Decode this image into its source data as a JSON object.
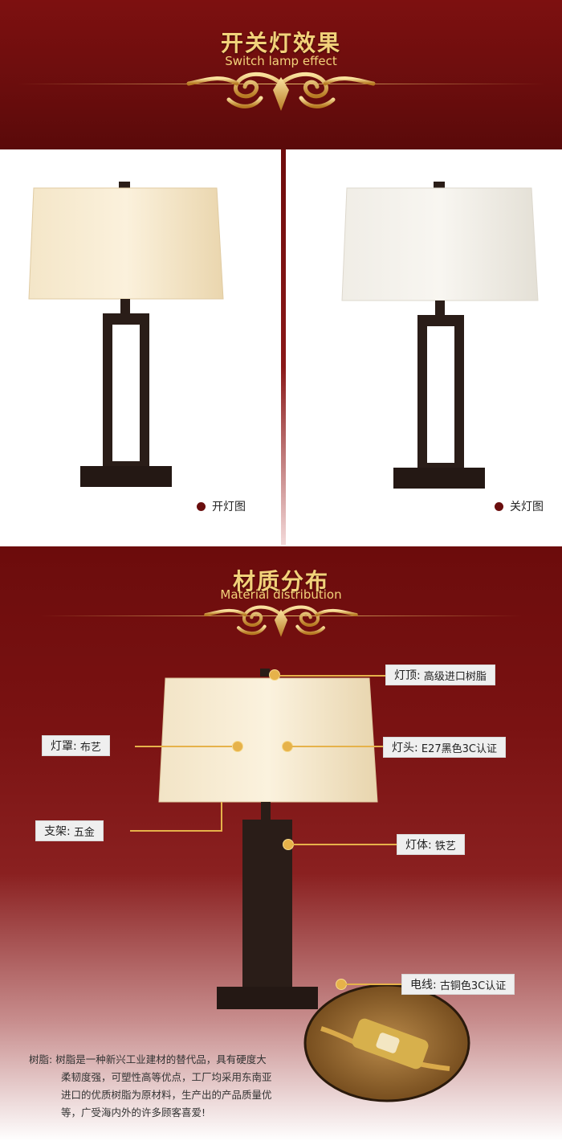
{
  "section1": {
    "title_cn": "开关灯效果",
    "title_en": "Switch lamp effect",
    "caption_on": "开灯图",
    "caption_off": "关灯图"
  },
  "section2": {
    "title_cn": "材质分布",
    "title_en": "Material distribution",
    "labels": {
      "top": {
        "key": "灯顶:",
        "value": "高级进口树脂"
      },
      "shade": {
        "key": "灯罩:",
        "value": "布艺"
      },
      "socket": {
        "key": "灯头:",
        "value": "E27黑色3C认证"
      },
      "frame": {
        "key": "支架:",
        "value": "五金"
      },
      "body": {
        "key": "灯体:",
        "value": "铁艺"
      },
      "cord": {
        "key": "电线:",
        "value": "古铜色3C认证"
      }
    },
    "note": {
      "lead": "树脂:",
      "lines": [
        "树脂是一种新兴工业建材的替代品，具有硬度大",
        "柔韧度强，可塑性高等优点，工厂均采用东南亚",
        "进口的优质树脂为原材料，生产出的产品质量优",
        "等，广受海内外的许多顾客喜爱!"
      ]
    }
  },
  "colors": {
    "banner_red": "#6a0d0d",
    "gold": "#f2d27a",
    "leader": "#e6b24a"
  }
}
